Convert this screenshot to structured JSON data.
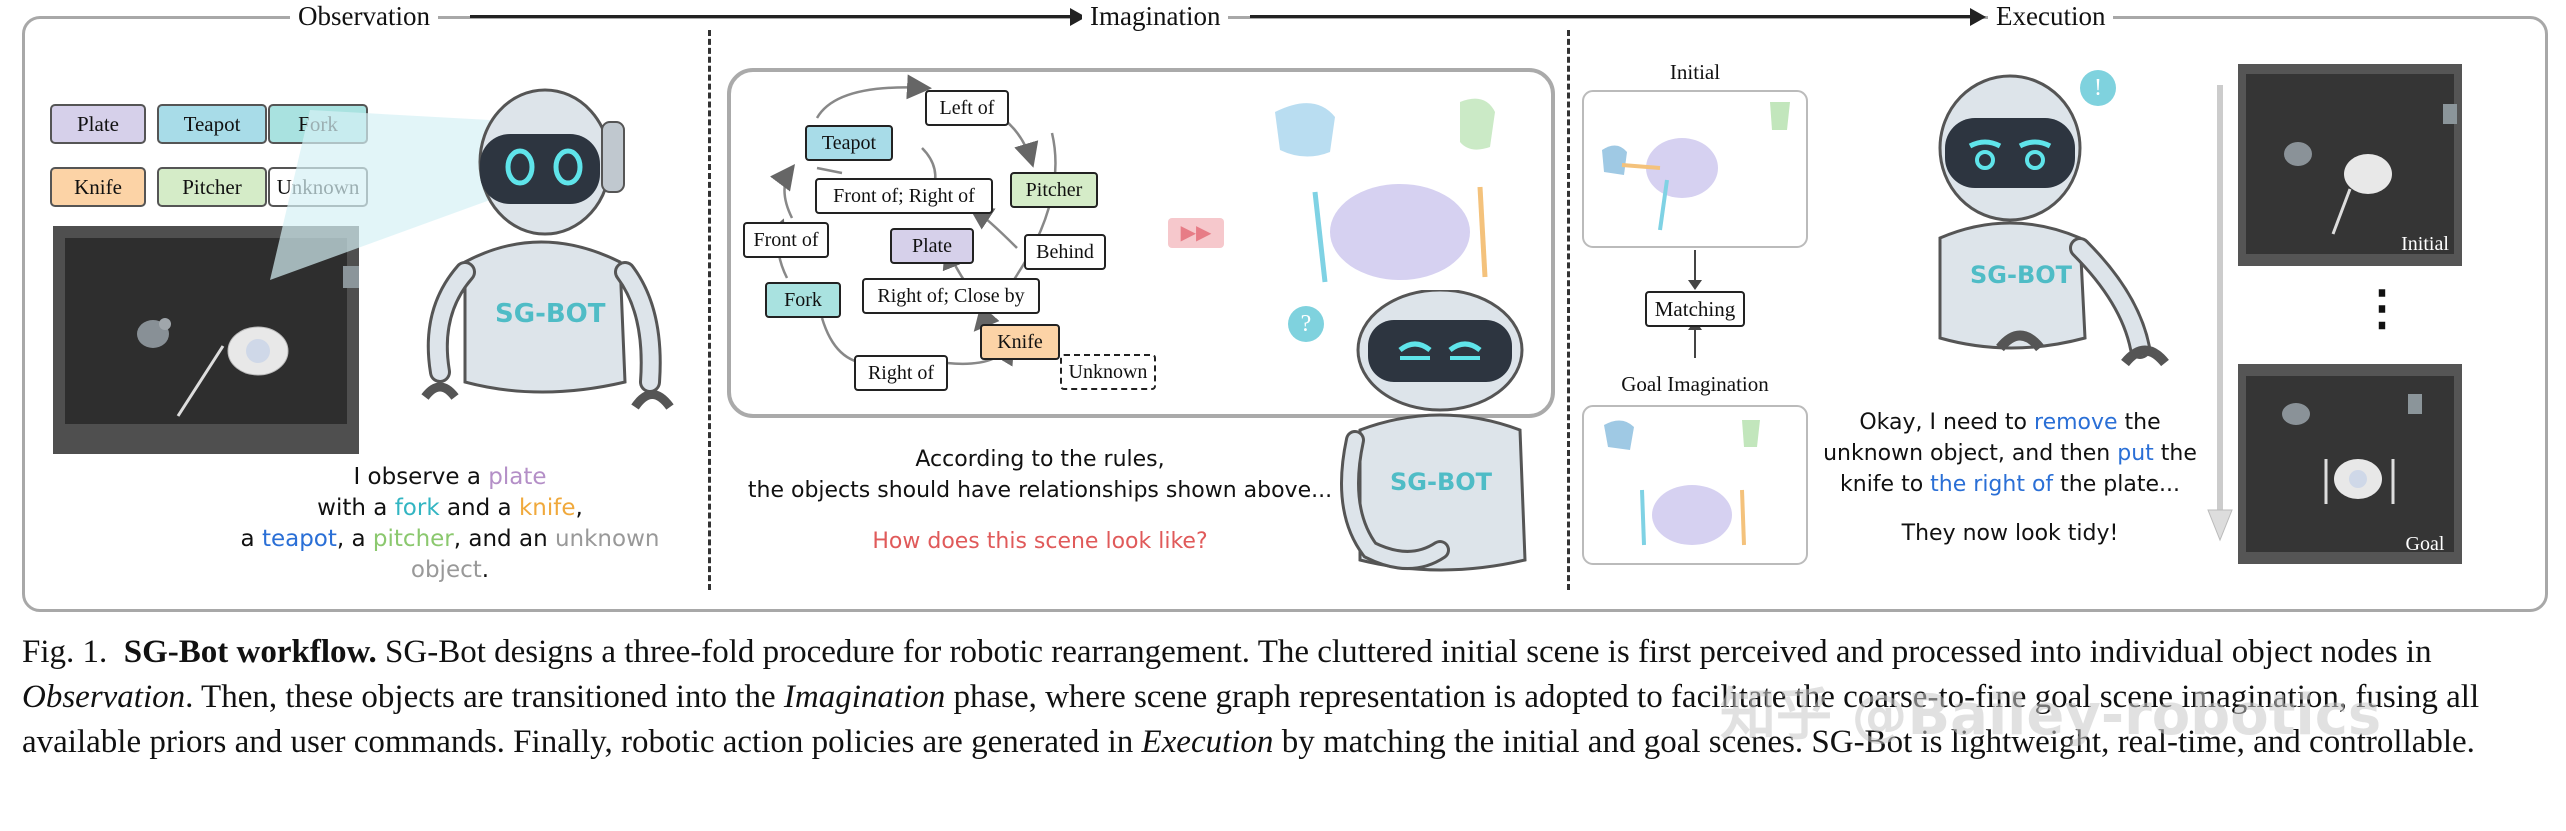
{
  "stages": {
    "observation": "Observation",
    "imagination": "Imagination",
    "execution": "Execution"
  },
  "observation": {
    "tags": [
      "Plate",
      "Teapot",
      "Fork",
      "Knife",
      "Pitcher",
      "Unknown"
    ],
    "robot_badge": "SG-BOT",
    "text": {
      "l1_a": "I observe a ",
      "l1_b": "plate",
      "l2_a": "with a ",
      "l2_b": "fork",
      "l2_c": " and a ",
      "l2_d": "knife",
      "l2_e": ",",
      "l3_a": "a ",
      "l3_b": "teapot",
      "l3_c": ", a ",
      "l3_d": "pitcher",
      "l3_e": ", and an ",
      "l3_f": "unknown object",
      "l3_g": "."
    }
  },
  "imagination": {
    "nodes": {
      "teapot": "Teapot",
      "left_of": "Left of",
      "pitcher": "Pitcher",
      "front_right": "Front of; Right of",
      "front_of": "Front of",
      "plate": "Plate",
      "behind": "Behind",
      "fork": "Fork",
      "right_close": "Right of; Close by",
      "knife": "Knife",
      "right_of": "Right of",
      "unknown": "Unknown"
    },
    "play_icon": "▶▶",
    "question_icon": "?",
    "robot_badge": "SG-BOT",
    "text_l1": "According to the rules,",
    "text_l2": "the objects should have relationships shown above...",
    "question": "How does this scene look like?"
  },
  "execution": {
    "initial_label": "Initial",
    "matching_label": "Matching",
    "goal_imagination_label": "Goal Imagination",
    "alert_icon": "!",
    "robot_badge": "SG-BOT",
    "text": {
      "l1_a": "Okay, I need to ",
      "l1_b": "remove",
      "l1_c": " the",
      "l2": "unknown object, and then ",
      "l2_b": "put",
      "l2_c": " the",
      "l3_a": "knife to ",
      "l3_b": "the right of",
      "l3_c": " the plate...",
      "l4": "They now look tidy!"
    },
    "photo_initial": "Initial",
    "photo_goal": "Goal",
    "dots": "⋮"
  },
  "caption": {
    "fig": "Fig. 1.",
    "bold": "SG-Bot workflow.",
    "p1": " SG-Bot designs a three-fold procedure for robotic rearrangement. The cluttered initial scene is first perceived and processed into individual object nodes in ",
    "obs": "Observation",
    "p2": ". Then, these objects are transitioned into the ",
    "imag": "Imagination",
    "p3": " phase, where scene graph representation is adopted to facilitate the coarse-to-fine goal scene imagination, fusing all available priors and user commands. Finally, robotic action policies are generated in ",
    "exec": "Execution",
    "p4": " by matching the initial and goal scenes. SG-Bot is lightweight, real-time, and controllable.",
    "watermark": "知乎 @Bailey-robotics"
  },
  "colors": {
    "plate": "#d6d0ea",
    "teapot": "#a8dce8",
    "fork": "#a9e2e0",
    "knife": "#fcd3a6",
    "pitcher": "#d5ecc8",
    "unknown": "#ffffff",
    "question": "#e05a5a"
  }
}
